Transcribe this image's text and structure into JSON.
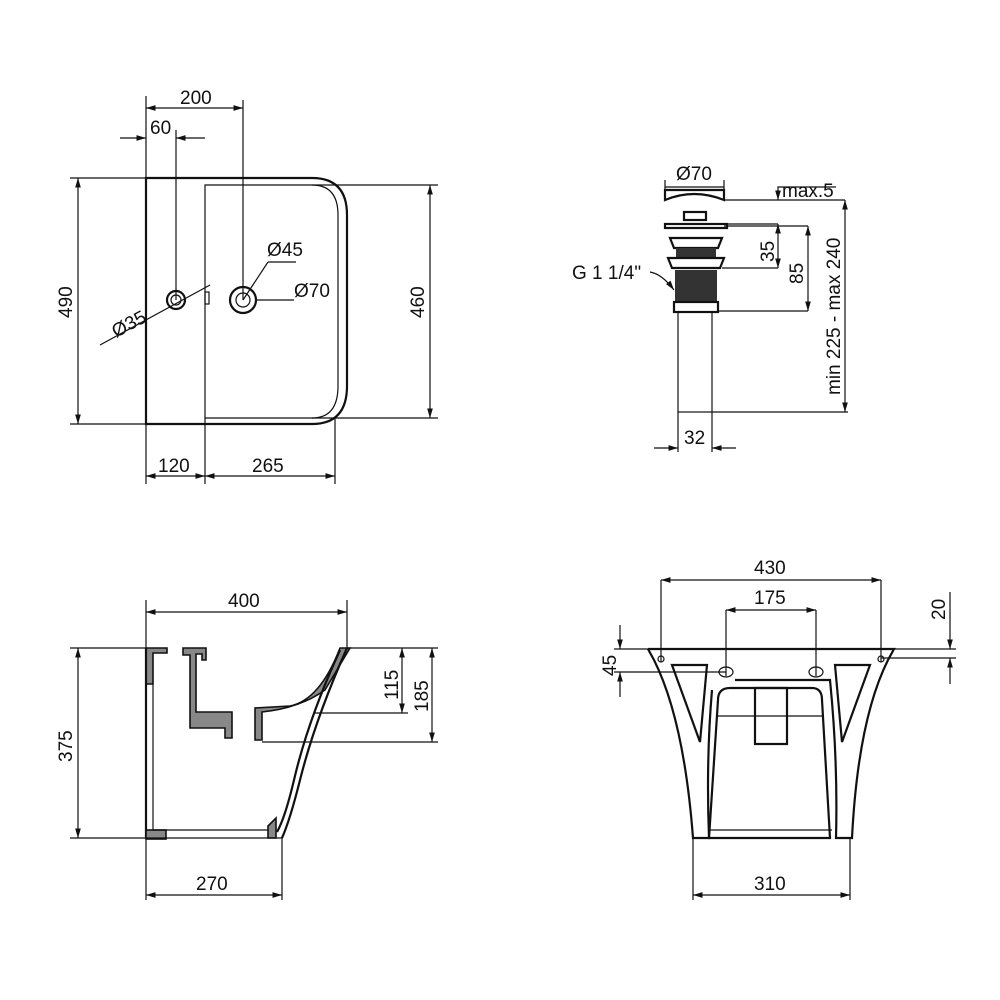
{
  "title": "Washbasin technical drawing",
  "plan_view": {
    "width_to_drain": "200",
    "tap_offset": "60",
    "overall_depth": "490",
    "basin_depth": "460",
    "tap_hole": "Ø35",
    "drain_inner": "Ø45",
    "drain_outer": "Ø70",
    "rear_width": "120",
    "bowl_width": "265"
  },
  "drain_view": {
    "cap_diameter": "Ø70",
    "cap_gap": "max.5",
    "thread": "G 1 1/4\"",
    "flange_height": "35",
    "body_height": "85",
    "total_length": "min 225 - max 240",
    "pipe_diameter": "32"
  },
  "side_view": {
    "overall_depth": "400",
    "height": "375",
    "bowl_depth": "115",
    "drain_height": "185",
    "base_depth": "270"
  },
  "front_view": {
    "fixing_span": "430",
    "bolt_span": "175",
    "fixing_offset": "20",
    "bolt_offset": "45",
    "base_width": "310"
  }
}
